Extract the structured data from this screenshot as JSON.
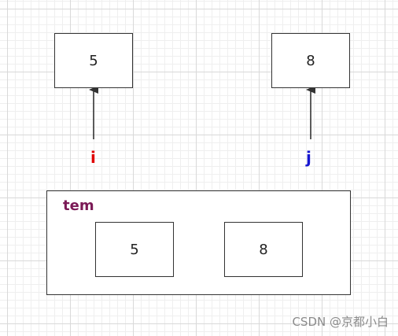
{
  "variables": {
    "i": {
      "label": "i",
      "value": "5",
      "color": "#e00000"
    },
    "j": {
      "label": "j",
      "value": "8",
      "color": "#1616d0"
    }
  },
  "tem": {
    "label": "tem",
    "color": "#7b1a56",
    "values": [
      "5",
      "8"
    ]
  },
  "watermark": "CSDN @京都小白"
}
